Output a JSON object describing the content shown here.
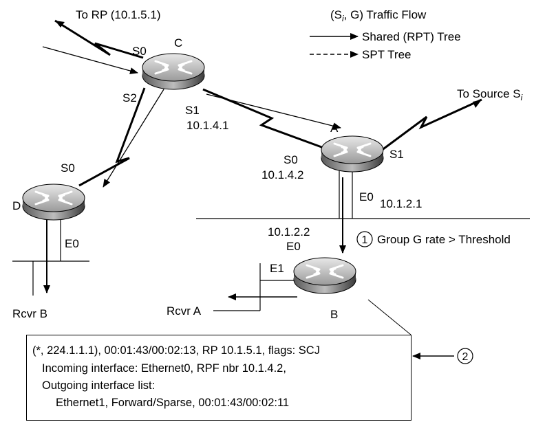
{
  "legend": {
    "title_prefix": "(S",
    "title_sub": "i",
    "title_suffix": ", G) Traffic Flow",
    "shared_tree": "Shared (RPT) Tree",
    "spt_tree": "SPT Tree"
  },
  "links": {
    "to_rp": "To RP (10.1.5.1)",
    "to_source_prefix": "To Source S",
    "to_source_sub": "i"
  },
  "routers": {
    "a": {
      "name": "A",
      "s0": "S0",
      "s0_ip": "10.1.4.2",
      "s1": "S1",
      "e0": "E0",
      "e0_ip": "10.1.2.1"
    },
    "b": {
      "name": "B",
      "e0": "E0",
      "e0_ip": "10.1.2.2",
      "e1": "E1"
    },
    "c": {
      "name": "C",
      "s0": "S0",
      "s1": "S1",
      "s1_ip": "10.1.4.1",
      "s2": "S2"
    },
    "d": {
      "name": "D",
      "s0": "S0",
      "e0": "E0"
    }
  },
  "receivers": {
    "a": "Rcvr A",
    "b": "Rcvr B"
  },
  "steps": {
    "one": {
      "number": "1",
      "text": "Group G rate > Threshold"
    },
    "two": {
      "number": "2"
    }
  },
  "mroute": {
    "line1": "(*, 224.1.1.1), 00:01:43/00:02:13, RP 10.1.5.1, flags: SCJ",
    "line2": "Incoming interface: Ethernet0, RPF nbr 10.1.4.2,",
    "line3": "Outgoing interface list:",
    "line4": "Ethernet1, Forward/Sparse, 00:01:43/00:02:11"
  }
}
